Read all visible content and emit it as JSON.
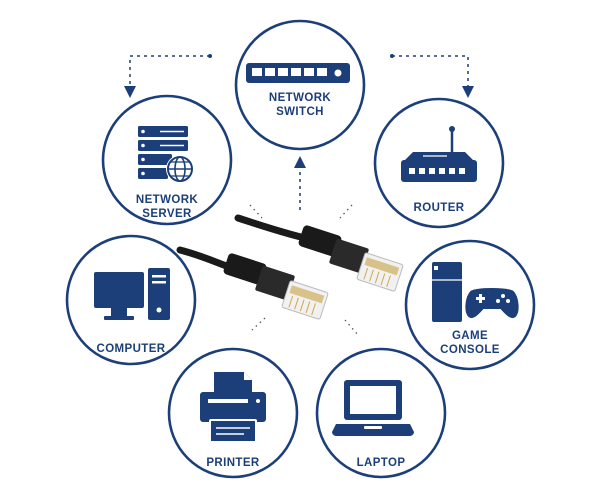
{
  "colors": {
    "primary": "#1c3f7a",
    "background": "#ffffff",
    "cable": "#1a1a1a"
  },
  "nodes": {
    "network_switch": {
      "line1": "NETWORK",
      "line2": "SWITCH",
      "icon": "network-switch-icon"
    },
    "network_server": {
      "line1": "NETWORK",
      "line2": "SERVER",
      "icon": "server-rack-icon"
    },
    "router": {
      "line1": "ROUTER",
      "icon": "router-icon"
    },
    "computer": {
      "line1": "COMPUTER",
      "icon": "desktop-computer-icon"
    },
    "game_console": {
      "line1": "GAME",
      "line2": "CONSOLE",
      "icon": "game-console-icon"
    },
    "printer": {
      "line1": "PRINTER",
      "icon": "printer-icon"
    },
    "laptop": {
      "line1": "LAPTOP",
      "icon": "laptop-icon"
    }
  },
  "center": {
    "icon": "ethernet-cable-icon"
  }
}
